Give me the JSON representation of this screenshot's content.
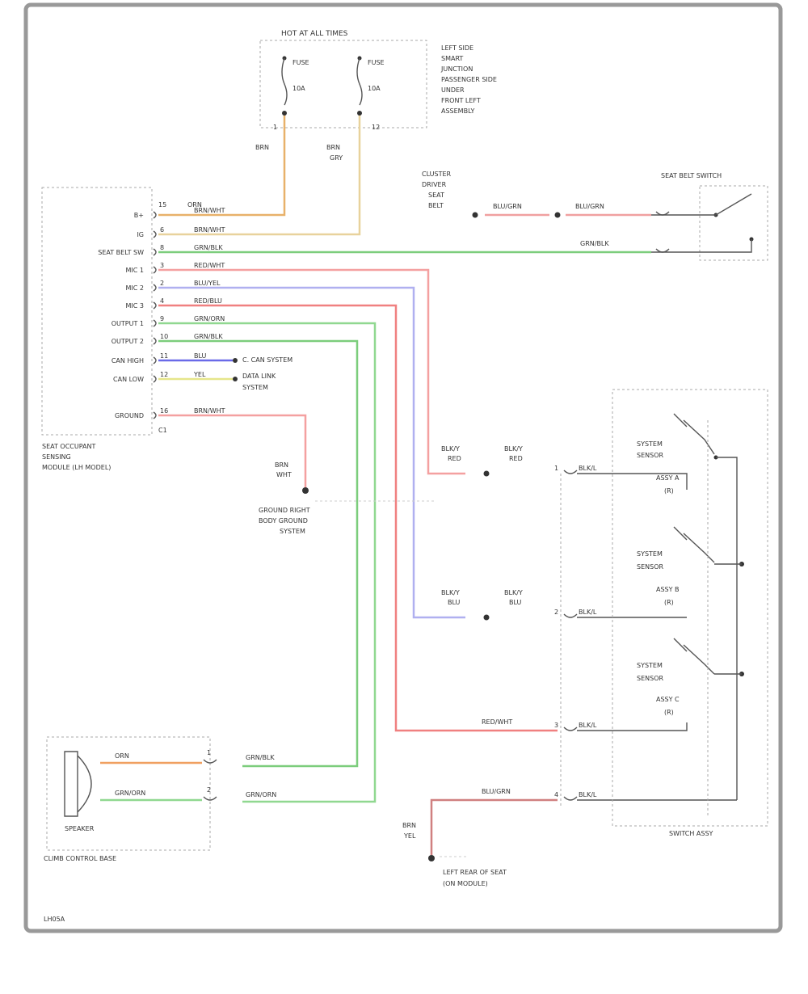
{
  "colors": {
    "orange": "#e8b16a",
    "tan": "#e8d29c",
    "green": "#7ccd7c",
    "red": "#f08080",
    "blue": "#8a8ae8",
    "yellow": "#e6e68a",
    "frame": "#999999"
  },
  "fuse_block": {
    "title": "HOT AT ALL TIMES",
    "fuse_a": "FUSE",
    "fuse_b": "FUSE",
    "amp_a": "10A",
    "amp_b": "10A",
    "side_lines": [
      "LEFT SIDE",
      "SMART",
      "JUNCTION",
      "PASSENGER SIDE",
      "UNDER",
      "FRONT LEFT",
      "ASSEMBLY"
    ],
    "terminal_left": "1",
    "terminal_right": "12"
  },
  "fuse_wires": [
    {
      "label": "BRN",
      "sub": ""
    },
    {
      "label": "BRN",
      "sub": "GRY"
    }
  ],
  "module": {
    "pins": [
      {
        "name": "B+",
        "num": "15",
        "color": "ORN",
        "wire": "BRN/WHT"
      },
      {
        "name": "IG",
        "num": "6",
        "color": "",
        "wire": "BRN/WHT"
      },
      {
        "name": "SEAT BELT SW",
        "num": "8",
        "color": "",
        "wire": "GRN/BLK"
      },
      {
        "name": "MIC 1",
        "num": "3",
        "color": "",
        "wire": "RED/WHT"
      },
      {
        "name": "MIC 2",
        "num": "2",
        "color": "",
        "wire": "BLU/YEL"
      },
      {
        "name": "MIC 3",
        "num": "4",
        "color": "",
        "wire": "RED/BLU"
      },
      {
        "name": "OUTPUT 1",
        "num": "9",
        "color": "",
        "wire": "GRN/ORN"
      },
      {
        "name": "OUTPUT 2",
        "num": "10",
        "color": "",
        "wire": "GRN/BLK"
      },
      {
        "name": "CAN HIGH",
        "num": "11",
        "color": "",
        "wire": "BLU"
      },
      {
        "name": "CAN LOW",
        "num": "12",
        "color": "",
        "wire": "YEL"
      },
      {
        "name": "GROUND",
        "num": "16",
        "color": "",
        "wire": "BRN/WHT"
      }
    ],
    "connector": "C1",
    "name_lines": [
      "SEAT OCCUPANT",
      "SENSING",
      "MODULE (LH MODEL)"
    ],
    "can_label_lines": [
      "C. CAN SYSTEM",
      "DATA LINK",
      "SYSTEM"
    ]
  },
  "ground_drop": {
    "wire": "BRN",
    "sub": "WHT",
    "dest_lines": [
      "GROUND RIGHT",
      "BODY GROUND",
      "SYSTEM"
    ]
  },
  "seat_belt": {
    "source_lines": [
      "CLUSTER",
      "DRIVER",
      "SEAT",
      "BELT"
    ],
    "src_wire": "BLU/GRN",
    "wire2": "BLU/GRN",
    "ground_wire": "GRN/BLK",
    "switch_title": "SEAT BELT SWITCH"
  },
  "sensors": [
    {
      "tag1": "BLK/Y",
      "tag2": "RED",
      "tag3": "BLK/Y",
      "tag4": "RED",
      "term": "1",
      "pin": "BLK/L"
    },
    {
      "tag1": "BLK/Y",
      "tag2": "BLU",
      "tag3": "BLK/Y",
      "tag4": "BLU",
      "term": "2",
      "pin": "BLK/L"
    },
    {
      "tag1": "RED/WHT",
      "tag2": "",
      "tag3": "",
      "tag4": "",
      "term": "3",
      "pin": "BLK/L"
    },
    {
      "tag1": "BLU/GRN",
      "tag2": "",
      "tag3": "",
      "tag4": "",
      "term": "4",
      "pin": "BLK/L"
    }
  ],
  "sensor_labels": [
    [
      "SYSTEM",
      "SENSOR",
      "ASSY A",
      "(R)"
    ],
    [
      "SYSTEM",
      "SENSOR",
      "ASSY B",
      "(R)"
    ],
    [
      "SYSTEM",
      "SENSOR",
      "ASSY C",
      "(R)"
    ]
  ],
  "switch_assy": "SWITCH ASSY",
  "bottom_ground": {
    "wire": "BRN",
    "sub": "YEL",
    "dest_lines": [
      "LEFT REAR OF SEAT",
      "(ON MODULE)"
    ]
  },
  "speaker": {
    "wire_top": "ORN",
    "wire_bottom": "GRN/ORN",
    "out_top": "GRN/BLK",
    "out_bottom": "GRN/ORN",
    "pin_top": "1",
    "pin_bottom": "2",
    "name": "SPEAKER",
    "location": "CLIMB CONTROL BASE"
  },
  "footer": "LH05A"
}
